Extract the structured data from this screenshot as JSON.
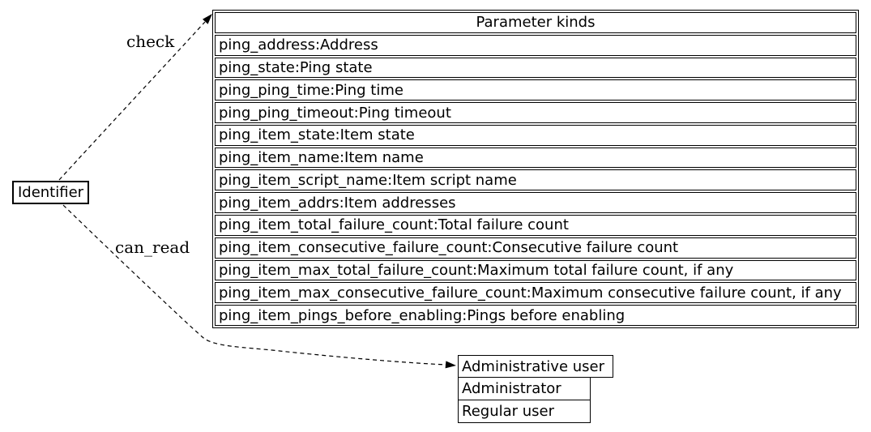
{
  "identifier_node": {
    "label": "Identifier"
  },
  "parameter_table": {
    "title": "Parameter kinds",
    "rows": [
      "ping_address:Address",
      "ping_state:Ping state",
      "ping_ping_time:Ping time",
      "ping_ping_timeout:Ping timeout",
      "ping_item_state:Item state",
      "ping_item_name:Item name",
      "ping_item_script_name:Item script name",
      "ping_item_addrs:Item addresses",
      "ping_item_total_failure_count:Total failure count",
      "ping_item_consecutive_failure_count:Consecutive failure count",
      "ping_item_max_total_failure_count:Maximum total failure count, if any",
      "ping_item_max_consecutive_failure_count:Maximum consecutive failure count, if any",
      "ping_item_pings_before_enabling:Pings before enabling"
    ]
  },
  "user_table": {
    "title": "Administrative user",
    "rows": [
      "Administrator",
      "Regular user"
    ]
  },
  "edges": {
    "check": {
      "label": "check"
    },
    "can_read": {
      "label": "can_read"
    }
  },
  "colors": {
    "line": "#000000",
    "text": "#000000",
    "background": "#ffffff"
  }
}
